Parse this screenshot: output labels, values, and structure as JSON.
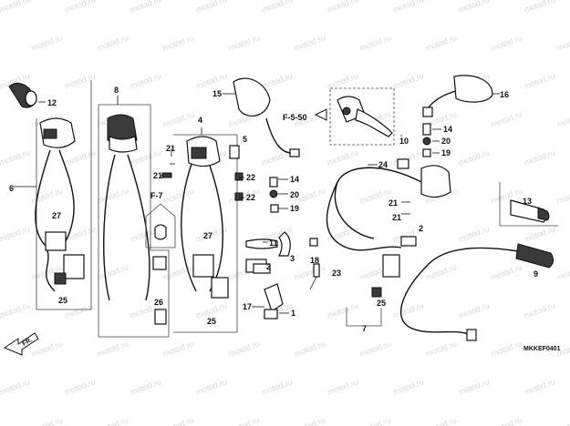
{
  "watermark": "motod.ru",
  "diagram_code": "MKKEF0401",
  "front_arrow_label": "FR.",
  "refs": {
    "f550": "F-5-50",
    "f7": "F-7"
  },
  "labels": {
    "l1": "1",
    "l2": "2",
    "l3": "3",
    "l4": "4",
    "l5": "5",
    "l6": "6",
    "l7": "7",
    "l8": "8",
    "l9": "9",
    "l10": "10",
    "l11": "11",
    "l12": "12",
    "l13": "13",
    "l14a": "14",
    "l14b": "14",
    "l15": "15",
    "l16": "16",
    "l17": "17",
    "l18": "18",
    "l19a": "19",
    "l19b": "19",
    "l20a": "20",
    "l20b": "20",
    "l21a": "21",
    "l21b": "21",
    "l21c": "21",
    "l21d": "21",
    "l22a": "22",
    "l22b": "22",
    "l23": "23",
    "l24": "24",
    "l25a": "25",
    "l25b": "25",
    "l25c": "25",
    "l26": "26",
    "l27a": "27",
    "l27b": "27"
  }
}
